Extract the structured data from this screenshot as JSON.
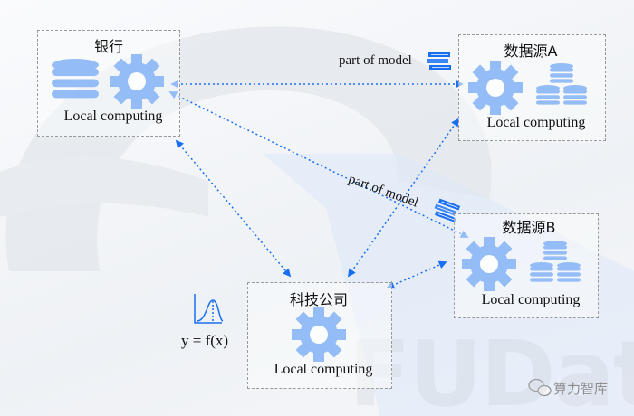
{
  "watermark_logo": "FUData",
  "nodes": {
    "bank": {
      "title": "银行",
      "label": "Local computing"
    },
    "source_a": {
      "title": "数据源A",
      "label": "Local computing"
    },
    "source_b": {
      "title": "数据源B",
      "label": "Local computing"
    },
    "tech": {
      "title": "科技公司",
      "label": "Local computing"
    }
  },
  "annotations": {
    "part_of_model_1": "part of model",
    "part_of_model_2": "part of model",
    "formula": "y = f(x)"
  },
  "footer": {
    "account": "算力智库"
  },
  "colors": {
    "accent": "#1a6ff0"
  }
}
